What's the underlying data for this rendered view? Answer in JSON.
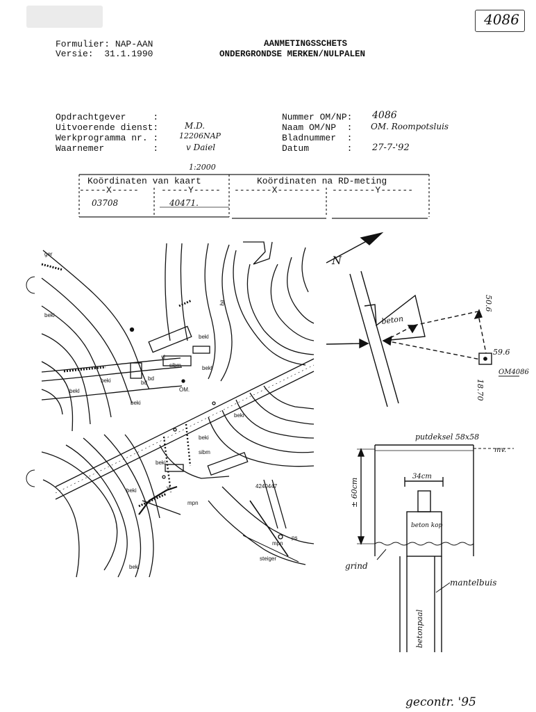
{
  "header": {
    "form_label": "Formulier: NAP-AAN",
    "version_label": "Versie:  31.1.1990",
    "title_line1": "AANMETINGSSCHETS",
    "title_line2": "ONDERGRONDSE MERKEN/NULPALEN",
    "sheet_number": "4086"
  },
  "fields_left": [
    {
      "label": "Opdrachtgever     :",
      "value": ""
    },
    {
      "label": "Uitvoerende dienst:",
      "value": "M.D."
    },
    {
      "label": "Werkprogramma nr. :",
      "value": "12206NAP"
    },
    {
      "label": "Waarnemer         :",
      "value": "v Daiel"
    }
  ],
  "fields_right": [
    {
      "label": "Nummer OM/NP:",
      "value": "4086"
    },
    {
      "label": "Naam OM/NP  :",
      "value": "OM. Roompotsluis"
    },
    {
      "label": "Bladnummer  :",
      "value": ""
    },
    {
      "label": "Datum       :",
      "value": "27-7-'92"
    }
  ],
  "coords": {
    "scale_note": "1:2000",
    "map_header": "Koördinaten van kaart",
    "rd_header": "Koördinaten na RD-meting",
    "x_label": "-----X-----",
    "y_label": "-----Y-----",
    "rd_x_label": "-------X--------",
    "rd_y_label": "--------Y------",
    "map_x": "03708",
    "map_y": "40471.",
    "rd_x": "",
    "rd_y": ""
  },
  "map_labels": {
    "beki": "beki",
    "bekl": "bekl",
    "bd": "bd",
    "om": "OM.",
    "mpn": "mpn",
    "steiger": "steiger",
    "sibm": "sibm",
    "vl": "vl",
    "ger": "ger",
    "num": "4240447",
    "ps": "ps",
    "bil": "bil"
  },
  "sketch": {
    "beton": "beton",
    "om_label": "OM4086",
    "dist_1": "59.6",
    "dist_2": "50.6",
    "dist_3": "18.70",
    "north": "N"
  },
  "section": {
    "putdeksel": "putdeksel 58x58",
    "mv": "mv.",
    "width": "34cm",
    "depth": "± 60cm",
    "beton_kop": "beton kop",
    "grind": "grind",
    "mantelbuis": "mantelbuis",
    "betonpaal": "betonpaal"
  },
  "footer": {
    "checked": "gecontr. '95"
  }
}
